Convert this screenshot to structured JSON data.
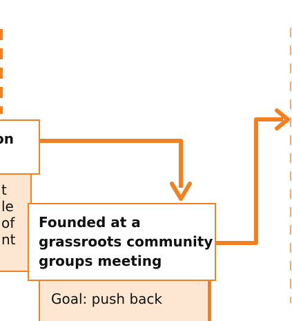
{
  "diagram": {
    "left_node": {
      "title_fragment": "on",
      "body_lines": [
        "t",
        "le",
        "of",
        "nt"
      ]
    },
    "center_node": {
      "title_lines": [
        "Founded at a",
        "grassroots community",
        "groups meeting"
      ],
      "body_text": "Goal: push back"
    }
  },
  "colors": {
    "accent": "#f08020",
    "node_fill_light": "#fde7d2",
    "node_fill_white": "#ffffff",
    "text": "#111111"
  }
}
